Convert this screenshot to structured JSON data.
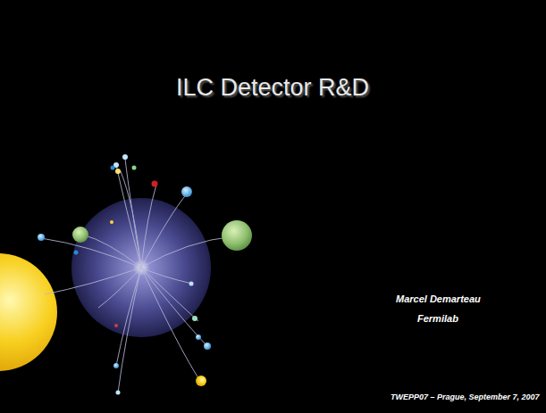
{
  "diagram": {
    "title": "ILC Detector R&D",
    "labels": [
      "Marcel Demarteau",
      "Fermilab",
      "TWEPP07 – Prague, September 7, 2007"
    ]
  }
}
